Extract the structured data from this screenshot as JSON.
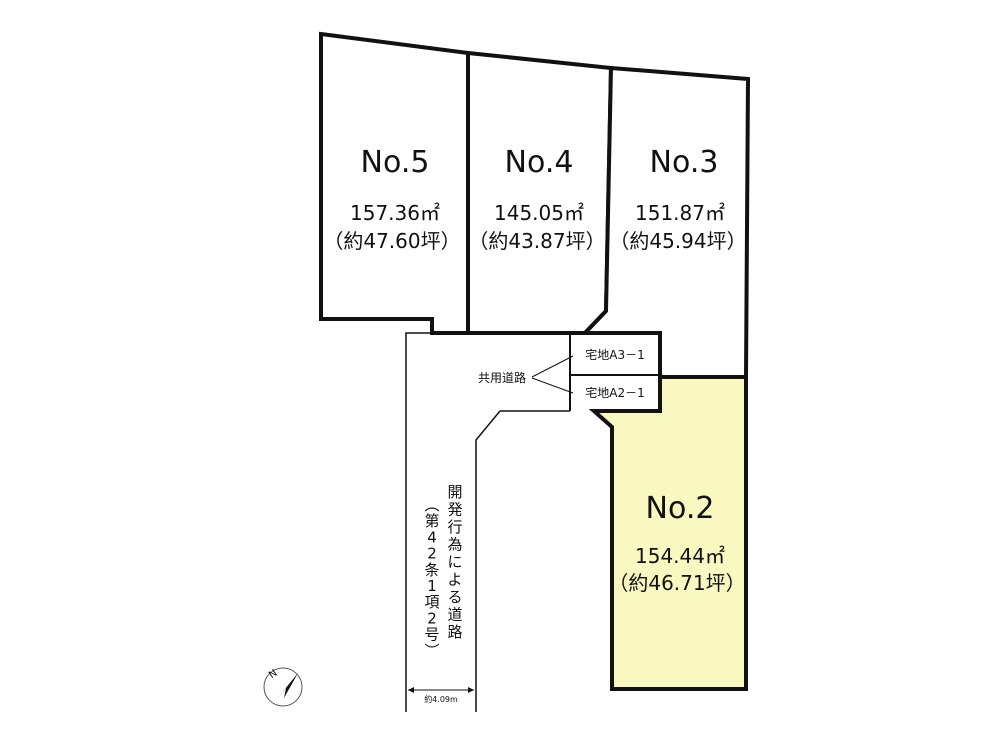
{
  "lots": [
    {
      "no": "No.5",
      "area": "157.36㎡",
      "tsubo": "（約47.60坪）",
      "highlight": false
    },
    {
      "no": "No.4",
      "area": "145.05㎡",
      "tsubo": "（約43.87坪）",
      "highlight": false
    },
    {
      "no": "No.3",
      "area": "151.87㎡",
      "tsubo": "（約45.94坪）",
      "highlight": false
    },
    {
      "no": "No.2",
      "area": "154.44㎡",
      "tsubo": "（約46.71坪）",
      "highlight": true
    }
  ],
  "shared_road": {
    "label": "共用道路",
    "plots": [
      "宅地A3－1",
      "宅地A2－1"
    ]
  },
  "dev_road": {
    "label_line1": "開発行為による道路",
    "label_line2": "（第42条1項2号）",
    "width": "約4.09m"
  },
  "compass": {
    "letter": "N"
  },
  "colors": {
    "highlight": "#f8f8c0",
    "stroke": "#111111"
  }
}
